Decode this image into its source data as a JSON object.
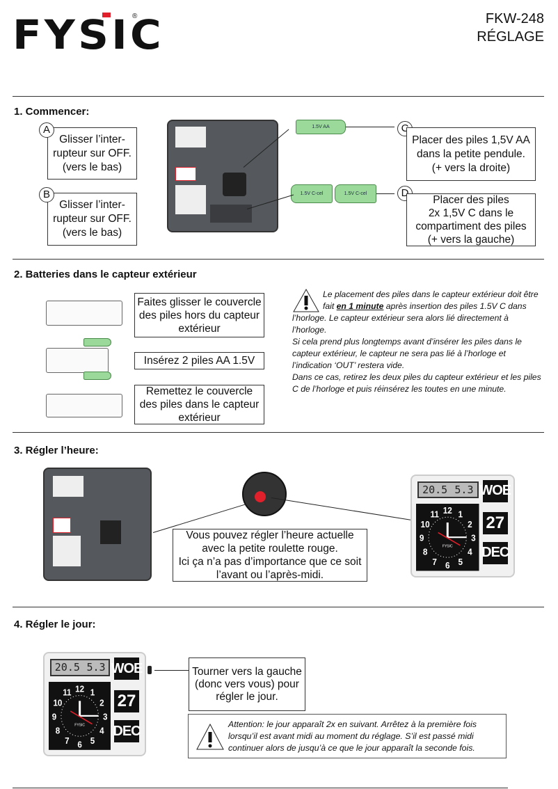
{
  "header": {
    "logo": "FYSIC",
    "registered": "®",
    "model": "FKW-248",
    "title": "RÉGLAGE"
  },
  "s1": {
    "heading": "1. Commencer:",
    "a": {
      "letter": "A",
      "lines": [
        "Glisser l’inter-",
        "rupteur sur OFF.",
        "(vers le bas)"
      ]
    },
    "b": {
      "letter": "B",
      "lines": [
        "Glisser l’inter-",
        "rupteur sur OFF.",
        "(vers le bas)"
      ]
    },
    "c": {
      "letter": "C",
      "lines": [
        "Placer des piles 1,5V AA",
        "dans la petite pendule.",
        "(+ vers la droite)"
      ]
    },
    "d": {
      "letter": "D",
      "lines": [
        "Placer des piles",
        "2x 1,5V C dans le",
        "compartiment des piles",
        "(+ vers la gauche)"
      ]
    },
    "battery_aa": "1.5V  AA",
    "battery_c": "1.5V C-cel"
  },
  "s2": {
    "heading": "2. Batteries dans le capteur extérieur",
    "step1": [
      "Faites glisser le couvercle",
      "des piles hors du capteur",
      "extérieur"
    ],
    "step2": "Insérez 2 piles AA 1.5V",
    "step3": [
      "Remettez le couvercle",
      "des piles dans le capteur",
      "extérieur"
    ],
    "warning": {
      "pre": "Le placement des piles dans le capteur extérieur doit être fait ",
      "emph": "en 1 minute",
      "post": " après insertion des piles 1.5V C dans l’horloge. Le capteur extérieur sera alors lié directement à l’horloge.",
      "p2": "Si cela prend plus longtemps avant d’insérer les piles dans le capteur extérieur, le capteur ne sera pas lié à l’horloge et l’indication ‘OUT’ restera vide.",
      "p3": "Dans ce cas, retirez les deux piles du capteur extérieur et les piles C de l’horloge et puis réinsérez les toutes en une minute."
    }
  },
  "s3": {
    "heading": "3. Régler l’heure:",
    "lines": [
      "Vous pouvez régler l’heure actuelle",
      "avec la petite roulette rouge.",
      "Ici ça n’a pas d’importance que ce soit",
      "l’avant ou l’après-midi."
    ]
  },
  "s4": {
    "heading": "4. Régler le jour:",
    "lines": [
      "Tourner vers la gauche",
      "(donc vers vous) pour",
      "régler le jour."
    ],
    "attention": "Attention: le jour apparaît 2x en suivant. Arrêtez à la première fois lorsqu’il est avant midi au moment du réglage. S’il est passé midi continuer alors de jusqu’à ce que le jour apparaît la seconde fois."
  },
  "clock": {
    "lcd_in": "20.5",
    "lcd_out": "5.3",
    "day": "WOE",
    "date": "27",
    "month": "DEC",
    "brand": "FYSIC"
  },
  "colors": {
    "accent": "#e0202a",
    "battery": "#9ad99a",
    "device": "#55585c"
  }
}
